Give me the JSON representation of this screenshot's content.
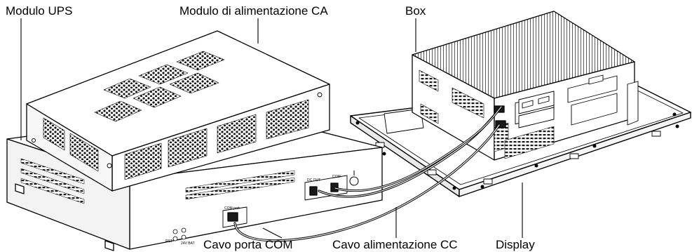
{
  "colors": {
    "line": "#000000",
    "metal": "#ffffff",
    "vent": "#1a1a1a",
    "shade": "#e9e9e9"
  },
  "labels": {
    "ups_module": "Modulo UPS",
    "ac_power_module": "Modulo di alimentazione CA",
    "box": "Box",
    "com_cable": "Cavo porta COM",
    "dc_cable": "Cavo alimentazione CC",
    "display": "Display"
  },
  "panel_marks": {
    "dc_out": "DC OUT",
    "com": "COM",
    "com_port": "COM port",
    "rst": "RST",
    "bat": "24V BAT"
  }
}
